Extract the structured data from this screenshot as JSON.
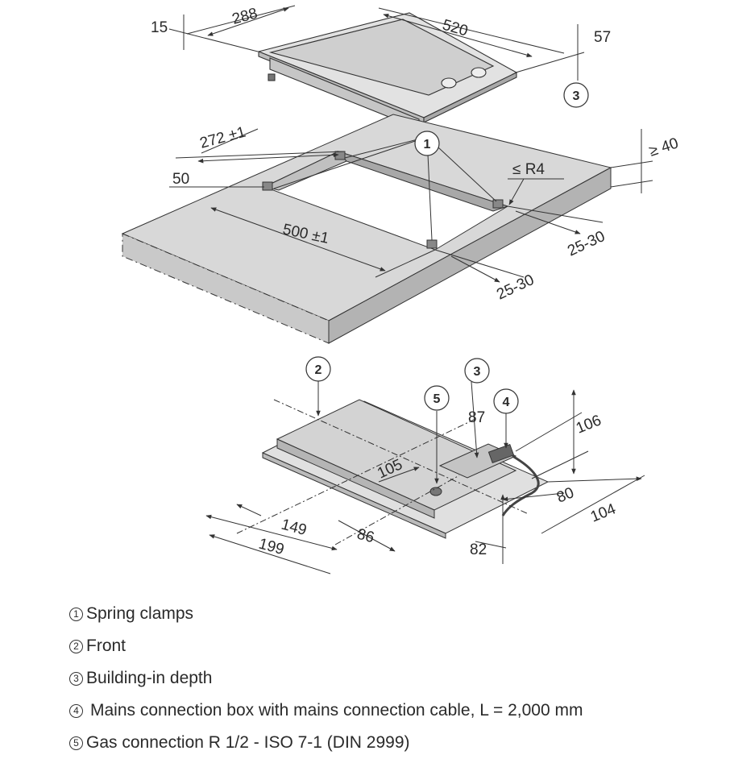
{
  "top_hob": {
    "dimensions": [
      "15",
      "288",
      "520",
      "57"
    ],
    "callout": "3"
  },
  "worktop": {
    "dimensions": [
      "272 ±1",
      "50",
      "500 ±1",
      "≤ R4",
      "≥ 40",
      "25-30",
      "25-30"
    ],
    "callout": "1"
  },
  "bottom_hob": {
    "dimensions": [
      "105",
      "87",
      "106",
      "80",
      "104",
      "149",
      "86",
      "199",
      "82"
    ],
    "callouts": [
      "2",
      "3",
      "5",
      "4"
    ]
  },
  "legend": [
    {
      "marker": "1",
      "text": "Spring clamps"
    },
    {
      "marker": "2",
      "text": "Front"
    },
    {
      "marker": "3",
      "text": "Building-in depth"
    },
    {
      "marker": "4",
      "text": "Mains connection box with mains connection cable, L = 2,000 mm"
    },
    {
      "marker": "5",
      "text": "Gas connection R 1/2 - ISO 7-1 (DIN 2999)"
    }
  ],
  "colors": {
    "hob_surface": "#dcdcdc",
    "worktop_surface": "#d7d7d7",
    "worktop_edge": "#b9b9b9",
    "line": "#333333"
  }
}
